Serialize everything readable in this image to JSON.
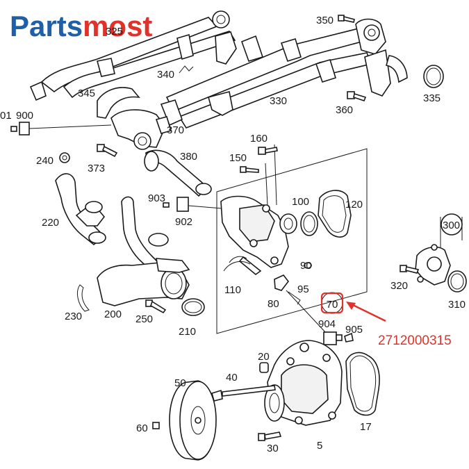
{
  "brand": {
    "part1": "Parts",
    "part2": "most",
    "color1": "#1f5fa8",
    "color2": "#e0322b"
  },
  "highlight": {
    "part_number": "2712000315",
    "color": "#e0322b",
    "target_label": "70"
  },
  "callouts": {
    "c5": "5",
    "c17": "17",
    "c20": "20",
    "c30": "30",
    "c40": "40",
    "c50": "50",
    "c60": "60",
    "c70": "70",
    "c80": "80",
    "c90": "90",
    "c95": "95",
    "c100": "100",
    "c110": "110",
    "c120": "120",
    "c150": "150",
    "c160": "160",
    "c200": "200",
    "c210": "210",
    "c220": "220",
    "c230": "230",
    "c240": "240",
    "c250": "250",
    "c300": "300",
    "c310": "310",
    "c320": "320",
    "c330": "330",
    "c335": "335",
    "c340": "340",
    "c345": "345",
    "c350": "350",
    "c360": "360",
    "c370": "370",
    "c373": "373",
    "c380": "380",
    "c900": "900",
    "c901": "01",
    "c902": "902",
    "c903": "903",
    "c904": "904",
    "c905": "905",
    "c325": "325"
  }
}
